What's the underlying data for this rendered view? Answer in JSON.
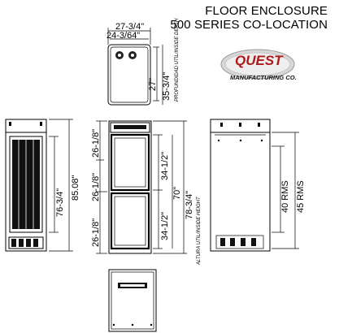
{
  "header": {
    "title_line1": "FLOOR ENCLOSURE",
    "title_line2": "500 SERIES CO-LOCATION"
  },
  "logo": {
    "name": "QUEST",
    "subtitle": "MANUFACTURING CO.",
    "brand_color": "#b01919"
  },
  "dimensions": {
    "top_outer_width": "27-3/4\"",
    "top_inner_width": "24-3/64\"",
    "top_depth_outer": "35-3/4\"",
    "top_depth_inner": "27\"",
    "top_depth_note": "PROFUNDIDAD UTIL/INSIDE DEPTH",
    "side_inner_height": "76-3/4\"",
    "side_outer_height": "85.08\"",
    "front_section_upper": "26-1/8\"",
    "front_section_middle": "26-1/8\"",
    "front_section_lower": "26-1/8\"",
    "front_door_upper": "34-1/2\"",
    "front_door_lower": "34-1/2\"",
    "front_inner_height": "70\"",
    "front_outer_height": "78-3/4\"",
    "front_height_note": "ALTURA UTIL/INSIDE HEIGHT",
    "rear_rms_inner": "40 RMS",
    "rear_rms_outer": "45 RMS"
  }
}
